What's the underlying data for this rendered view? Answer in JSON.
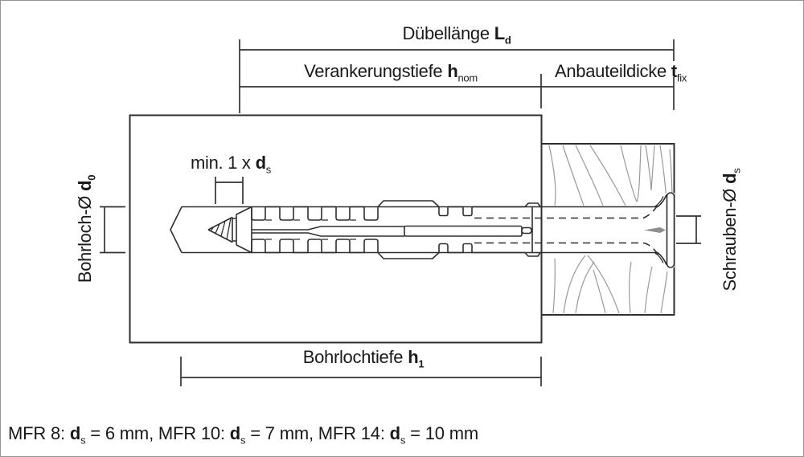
{
  "colors": {
    "drawing_line": "#2e2e2e",
    "dimension_line": "#333333",
    "wood_grain": "#999999",
    "text": "#1a1a1a",
    "frame_border": "#949494",
    "screw_mark": "#8f8f8f"
  },
  "labels": {
    "duebellaenge": {
      "text": "Dübellänge",
      "var": "L",
      "sub": "d"
    },
    "verankerungstiefe": {
      "text": "Verankerungstiefe",
      "var": "h",
      "sub": "nom"
    },
    "anbauteildicke": {
      "text": "Anbauteildicke",
      "var": "t",
      "sub": "fix"
    },
    "bohrloch_durchmesser": {
      "text": "Bohrloch-Ø",
      "var": "d",
      "sub": "0"
    },
    "schrauben_durchmesser": {
      "text": "Schrauben-Ø",
      "var": "d",
      "sub": "s"
    },
    "min_abstand": {
      "text": "min. 1 x",
      "var": "d",
      "sub": "s"
    },
    "bohrlochtiefe": {
      "text": "Bohrlochtiefe",
      "var": "h",
      "sub": "1"
    }
  },
  "footnote": {
    "parts": [
      {
        "t": "MFR 8: "
      },
      {
        "v": "d",
        "s": "s"
      },
      {
        "t": " = 6 mm, MFR 10: "
      },
      {
        "v": "d",
        "s": "s"
      },
      {
        "t": " = 7 mm, MFR 14: "
      },
      {
        "v": "d",
        "s": "s"
      },
      {
        "t": " = 10 mm"
      }
    ]
  }
}
